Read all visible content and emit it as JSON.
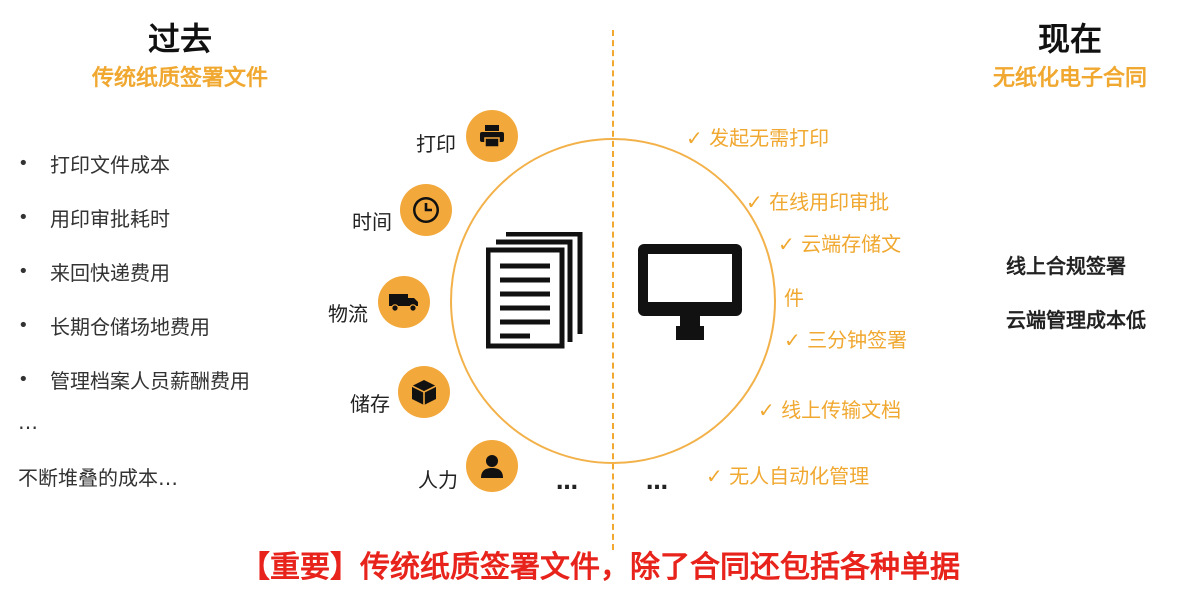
{
  "left": {
    "title": "过去",
    "subtitle": "传统纸质签署文件",
    "cost_items": [
      "打印文件成本",
      "用印审批耗时",
      "来回快递费用",
      "长期仓储场地费用",
      "管理档案人员薪酬费用"
    ],
    "bullet": "•",
    "ellipsis": "…",
    "summary": "不断堆叠的成本…"
  },
  "right": {
    "title": "现在",
    "subtitle": "无纸化电子合同",
    "notes": [
      "线上合规签署",
      "云端管理成本低"
    ]
  },
  "nodes": [
    {
      "label": "打印",
      "icon": "printer-icon"
    },
    {
      "label": "时间",
      "icon": "clock-icon"
    },
    {
      "label": "物流",
      "icon": "truck-icon"
    },
    {
      "label": "储存",
      "icon": "box-icon"
    },
    {
      "label": "人力",
      "icon": "person-icon"
    }
  ],
  "benefits": [
    "✓ 发起无需打印",
    "✓ 在线用印审批",
    "✓ 云端存储文",
    "件",
    "✓ 三分钟签署",
    "✓ 线上传输文档",
    "✓ 无人自动化管理"
  ],
  "center": {
    "left_icon": "documents-icon",
    "right_icon": "monitor-icon",
    "ellipsis_left": "…",
    "ellipsis_right": "…"
  },
  "footer": "【重要】传统纸质签署文件，除了合同还包括各种单据",
  "colors": {
    "accent": "#f0a830",
    "icon_bg": "#f2a83b",
    "footer_red": "#e8231c"
  }
}
